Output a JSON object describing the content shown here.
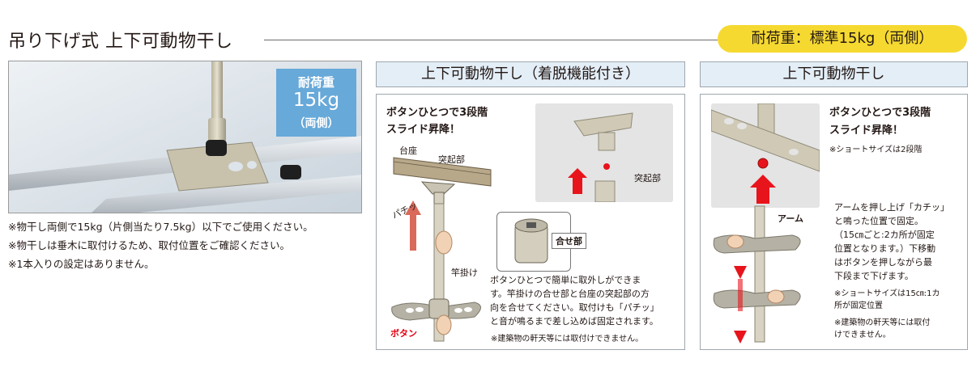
{
  "header": {
    "title": "吊り下げ式  上下可動物干し",
    "load_badge": "耐荷重：標準15kg（両側）"
  },
  "photo": {
    "load_tag": {
      "line1": "耐荷重",
      "line2": "15kg",
      "line3": "（両側）"
    }
  },
  "notes": [
    "※物干し両側で15kg（片側当たり7.5kg）以下でご使用ください。",
    "※物干しは垂木に取付けるため、取付位置をご確認ください。",
    "※1本入りの設定はありません。"
  ],
  "panel1": {
    "title": "上下可動物干し（着脱機能付き）",
    "headline_1": "ボタンひとつで3段階",
    "headline_2": "スライド昇降！",
    "label_base": "台座",
    "label_protrusion": "突起部",
    "label_protrusion_2": "突起部",
    "label_click": "パチッ",
    "label_mating": "合せ部",
    "label_pole": "竿掛け",
    "label_button": "ボタン",
    "desc": [
      "ボタンひとつで簡単に取外しができま",
      "す。竿掛けの合せ部と台座の突起部の方",
      "向を合せてください。取付けも「パチッ」",
      "と音が鳴るまで差し込めば固定されます。"
    ],
    "footnote": "※建築物の軒天等には取付けできません。"
  },
  "panel2": {
    "title": "上下可動物干し",
    "headline_1": "ボタンひとつで3段階",
    "headline_2": "スライド昇降！",
    "short_note": "※ショートサイズは2段階",
    "label_arm": "アーム",
    "desc": [
      "アームを押し上げ「カチッ」",
      "と鳴った位置で固定。",
      "（15㎝ごと:2カ所が固定",
      "位置となります。）下移動",
      "はボタンを押しながら最",
      "下段まで下げます。"
    ],
    "note_a": [
      "※ショートサイズは15㎝:1カ",
      "所が固定位置"
    ],
    "note_b": [
      "※建築物の軒天等には取付",
      "けできません。"
    ]
  },
  "colors": {
    "badge_yellow": "#f6d930",
    "tag_blue": "#67a9d9",
    "panel_head_bg": "#e3eef7",
    "arrow_red": "#e8141c",
    "label_red": "#e60012"
  }
}
